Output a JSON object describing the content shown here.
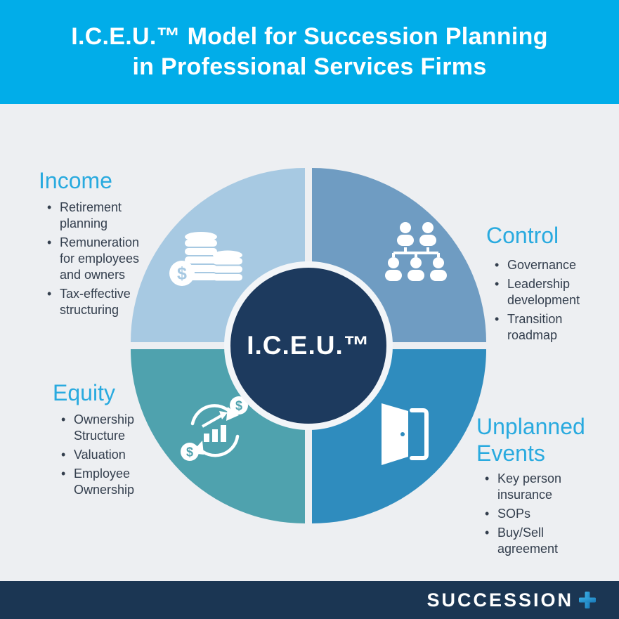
{
  "header": {
    "title_line1": "I.C.E.U.™ Model for Succession Planning",
    "title_line2": "in Professional Services Firms"
  },
  "center": {
    "label": "I.C.E.U.™"
  },
  "sections": {
    "income": {
      "title": "Income",
      "items": [
        "Retirement planning",
        "Remuneration for employees and owners",
        "Tax-effective structuring"
      ]
    },
    "control": {
      "title": "Control",
      "items": [
        "Governance",
        "Leadership development",
        "Transition roadmap"
      ]
    },
    "equity": {
      "title": "Equity",
      "items": [
        "Ownership Structure",
        "Valuation",
        "Employee Ownership"
      ]
    },
    "unplanned": {
      "title": "Unplanned Events",
      "items": [
        "Key person insurance",
        "SOPs",
        "Buy/Sell agreement"
      ]
    }
  },
  "icons": {
    "income": "coins-icon",
    "control": "org-chart-icon",
    "equity": "growth-cycle-icon",
    "unplanned": "open-door-icon",
    "footer": "plus-icon"
  },
  "footer": {
    "brand": "SUCCESSION",
    "brand_suffix": "+"
  },
  "colors": {
    "header_bg": "#01ade9",
    "body_bg": "#edeff2",
    "footer_bg": "#1b3653",
    "quad_income": "#a7c9e2",
    "quad_control": "#6f9cc2",
    "quad_equity": "#4fa2ae",
    "quad_unplanned": "#2f8cbe",
    "center_circle": "#1d3a5e",
    "ring": "#f2f5f8",
    "accent": "#29aadf",
    "text": "#333e4d",
    "white": "#ffffff"
  }
}
